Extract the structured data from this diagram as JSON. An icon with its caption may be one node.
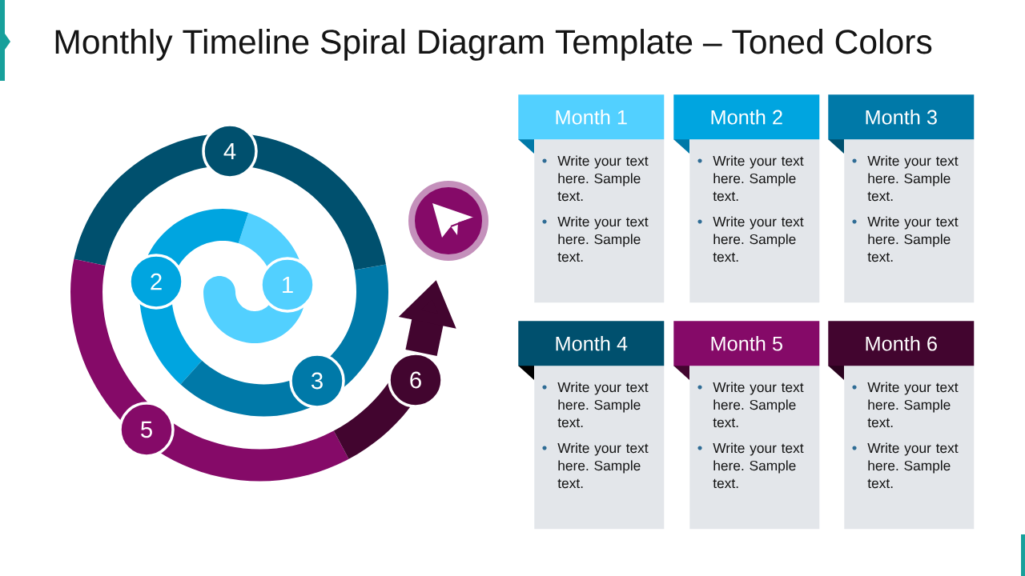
{
  "diagram": {
    "title": "Monthly Timeline Spiral Diagram Template – Toned Colors",
    "nodes": [
      {
        "text": [
          "1"
        ]
      },
      {
        "text": [
          "2"
        ]
      },
      {
        "text": [
          "3"
        ]
      },
      {
        "text": [
          "4"
        ]
      },
      {
        "text": [
          "5"
        ]
      },
      {
        "text": [
          "6"
        ]
      },
      {
        "text": [],
        "shape": "circle"
      },
      {
        "text": [
          "Month 1",
          "Write your text here. Sample text.",
          "Write your text here. Sample text."
        ]
      },
      {
        "text": [
          "Month 2",
          "Write your text here. Sample text.",
          "Write your text here. Sample text."
        ]
      },
      {
        "text": [
          "Month 3",
          "Write your text here. Sample text.",
          "Write your text here. Sample text."
        ]
      },
      {
        "text": [
          "Month 4",
          "Write your text here. Sample text.",
          "Write your text here. Sample text."
        ]
      },
      {
        "text": [
          "Month 5",
          "Write your text here. Sample text.",
          "Write your text here. Sample text."
        ]
      },
      {
        "text": [
          "Month 6",
          "Write your text here. Sample text.",
          "Write your text here. Sample text."
        ]
      }
    ],
    "edges": [
      {
        "from": 5,
        "to": 6,
        "arrow": "to"
      }
    ]
  }
}
